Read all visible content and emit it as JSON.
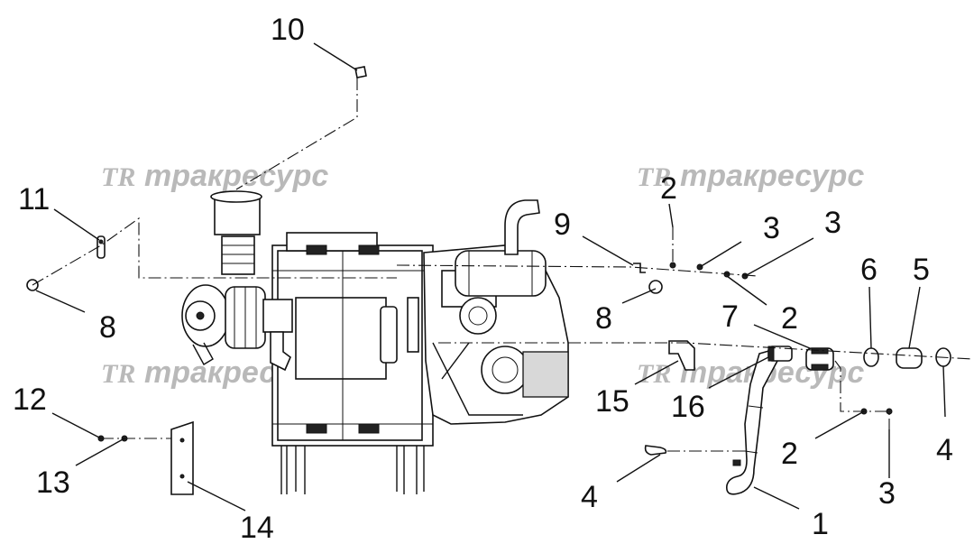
{
  "watermark": {
    "mark": "TR",
    "text": "тракресурс"
  },
  "callouts": [
    "10",
    "11",
    "8",
    "9",
    "2",
    "3",
    "3",
    "6",
    "5",
    "8",
    "7",
    "2",
    "15",
    "16",
    "12",
    "13",
    "14",
    "2",
    "4",
    "4",
    "3",
    "1"
  ],
  "colors": {
    "line": "#111111",
    "watermark": "#b9b9b9",
    "background": "#ffffff"
  }
}
